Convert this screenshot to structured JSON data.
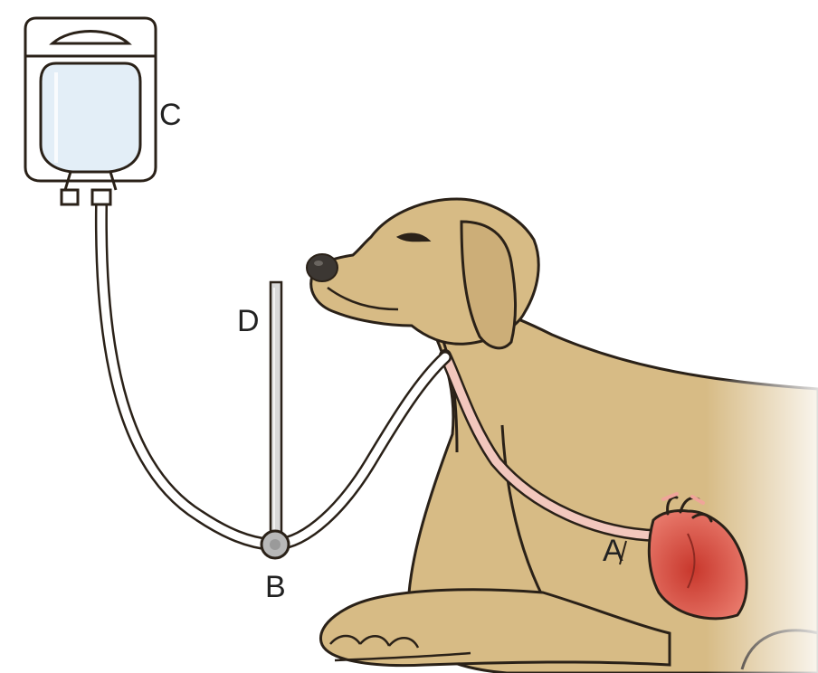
{
  "labels": {
    "a": "A",
    "b": "B",
    "c": "C",
    "d": "D"
  },
  "colors": {
    "dog_fur": "#d7bb85",
    "dog_outline": "#2a2118",
    "heart": "#d9503f",
    "vessel": "#f2c7bd",
    "tube": "#ffffff",
    "bag_fill": "#e3eef7",
    "manometer": "#d9d9d9",
    "valve": "#b8b8b8"
  }
}
